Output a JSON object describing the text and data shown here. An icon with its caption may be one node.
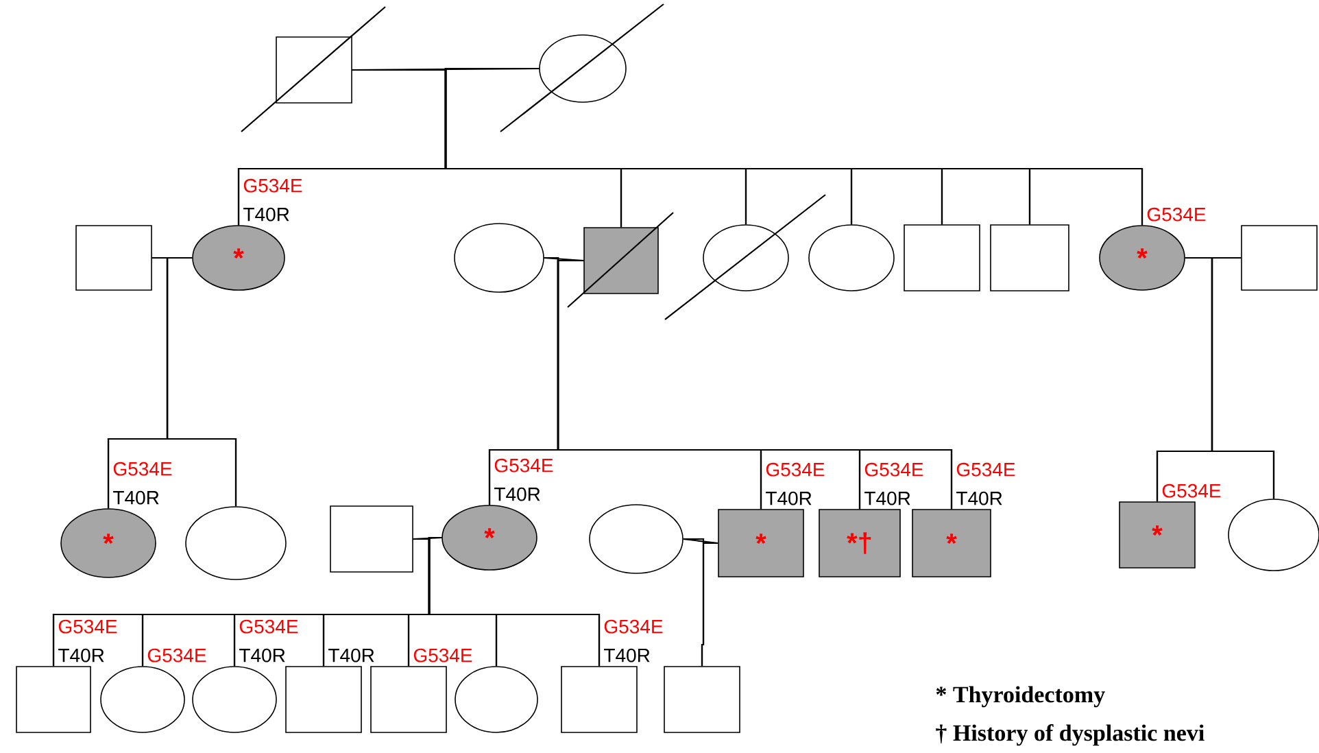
{
  "diagram": {
    "nodes": [
      {
        "text": [],
        "shape": "box"
      },
      {
        "text": [],
        "shape": "circle"
      },
      {
        "text": [],
        "shape": "box"
      },
      {
        "text": [
          "*"
        ],
        "beside": [
          "G534E",
          "T40R"
        ]
      },
      {
        "text": [],
        "shape": "circle"
      },
      {
        "text": [],
        "shape": "box"
      },
      {
        "text": [],
        "shape": "circle"
      },
      {
        "text": [],
        "shape": "circle"
      },
      {
        "text": [],
        "shape": "box"
      },
      {
        "text": [],
        "shape": "box"
      },
      {
        "text": [
          "*"
        ],
        "beside": [
          "G534E"
        ]
      },
      {
        "text": [],
        "shape": "box"
      },
      {
        "text": [
          "*"
        ],
        "beside": [
          "G534E",
          "T40R"
        ]
      },
      {
        "text": [],
        "shape": "circle"
      },
      {
        "text": [],
        "shape": "box"
      },
      {
        "text": [
          "*"
        ],
        "beside": [
          "G534E",
          "T40R"
        ]
      },
      {
        "text": [],
        "shape": "circle"
      },
      {
        "text": [
          "*"
        ],
        "beside": [
          "G534E",
          "T40R"
        ]
      },
      {
        "text": [
          "*†"
        ],
        "beside": [
          "G534E",
          "T40R"
        ]
      },
      {
        "text": [
          "*"
        ],
        "beside": [
          "G534E",
          "T40R"
        ]
      },
      {
        "text": [
          "*"
        ],
        "beside": [
          "G534E"
        ]
      },
      {
        "text": [],
        "shape": "circle"
      },
      {
        "text": [],
        "shape": "box",
        "beside": [
          "G534E",
          "T40R"
        ]
      },
      {
        "text": [],
        "shape": "circle",
        "beside": [
          "G534E"
        ]
      },
      {
        "text": [],
        "shape": "circle",
        "beside": [
          "G534E",
          "T40R"
        ]
      },
      {
        "text": [],
        "shape": "box",
        "beside": [
          "T40R"
        ]
      },
      {
        "text": [],
        "shape": "box",
        "beside": [
          "G534E"
        ]
      },
      {
        "text": [],
        "shape": "circle"
      },
      {
        "text": [],
        "shape": "box",
        "beside": [
          "G534E",
          "T40R"
        ]
      },
      {
        "text": [],
        "shape": "box"
      }
    ],
    "edges": [
      {
        "from": 0,
        "to": 1,
        "arrow": "none"
      },
      {
        "from": 0,
        "to": 3,
        "arrow": "none"
      },
      {
        "from": 1,
        "to": 3,
        "arrow": "none"
      },
      {
        "from": 0,
        "to": 5,
        "arrow": "none"
      },
      {
        "from": 1,
        "to": 5,
        "arrow": "none"
      },
      {
        "from": 0,
        "to": 6,
        "arrow": "none"
      },
      {
        "from": 1,
        "to": 6,
        "arrow": "none"
      },
      {
        "from": 0,
        "to": 7,
        "arrow": "none"
      },
      {
        "from": 1,
        "to": 7,
        "arrow": "none"
      },
      {
        "from": 0,
        "to": 8,
        "arrow": "none"
      },
      {
        "from": 1,
        "to": 8,
        "arrow": "none"
      },
      {
        "from": 0,
        "to": 9,
        "arrow": "none"
      },
      {
        "from": 1,
        "to": 9,
        "arrow": "none"
      },
      {
        "from": 0,
        "to": 10,
        "arrow": "none"
      },
      {
        "from": 1,
        "to": 10,
        "arrow": "none"
      },
      {
        "from": 2,
        "to": 3,
        "arrow": "none"
      },
      {
        "from": 4,
        "to": 5,
        "arrow": "none"
      },
      {
        "from": 10,
        "to": 11,
        "arrow": "none"
      },
      {
        "from": 2,
        "to": 12,
        "arrow": "none"
      },
      {
        "from": 3,
        "to": 12,
        "arrow": "none"
      },
      {
        "from": 2,
        "to": 13,
        "arrow": "none"
      },
      {
        "from": 3,
        "to": 13,
        "arrow": "none"
      },
      {
        "from": 4,
        "to": 15,
        "arrow": "none"
      },
      {
        "from": 5,
        "to": 15,
        "arrow": "none"
      },
      {
        "from": 4,
        "to": 17,
        "arrow": "none"
      },
      {
        "from": 5,
        "to": 17,
        "arrow": "none"
      },
      {
        "from": 4,
        "to": 18,
        "arrow": "none"
      },
      {
        "from": 5,
        "to": 18,
        "arrow": "none"
      },
      {
        "from": 4,
        "to": 19,
        "arrow": "none"
      },
      {
        "from": 5,
        "to": 19,
        "arrow": "none"
      },
      {
        "from": 10,
        "to": 20,
        "arrow": "none"
      },
      {
        "from": 11,
        "to": 20,
        "arrow": "none"
      },
      {
        "from": 10,
        "to": 21,
        "arrow": "none"
      },
      {
        "from": 11,
        "to": 21,
        "arrow": "none"
      },
      {
        "from": 14,
        "to": 15,
        "arrow": "none"
      },
      {
        "from": 16,
        "to": 17,
        "arrow": "none"
      },
      {
        "from": 14,
        "to": 22,
        "arrow": "none"
      },
      {
        "from": 15,
        "to": 22,
        "arrow": "none"
      },
      {
        "from": 14,
        "to": 23,
        "arrow": "none"
      },
      {
        "from": 15,
        "to": 23,
        "arrow": "none"
      },
      {
        "from": 14,
        "to": 24,
        "arrow": "none"
      },
      {
        "from": 15,
        "to": 24,
        "arrow": "none"
      },
      {
        "from": 14,
        "to": 25,
        "arrow": "none"
      },
      {
        "from": 15,
        "to": 25,
        "arrow": "none"
      },
      {
        "from": 14,
        "to": 26,
        "arrow": "none"
      },
      {
        "from": 15,
        "to": 26,
        "arrow": "none"
      },
      {
        "from": 14,
        "to": 27,
        "arrow": "none"
      },
      {
        "from": 15,
        "to": 27,
        "arrow": "none"
      },
      {
        "from": 14,
        "to": 28,
        "arrow": "none"
      },
      {
        "from": 15,
        "to": 28,
        "arrow": "none"
      },
      {
        "from": 16,
        "to": 29,
        "arrow": "none"
      },
      {
        "from": 17,
        "to": 29,
        "arrow": "none"
      }
    ],
    "labels": [
      "* Thyroidectomy",
      "† History of dysplastic nevi"
    ]
  }
}
